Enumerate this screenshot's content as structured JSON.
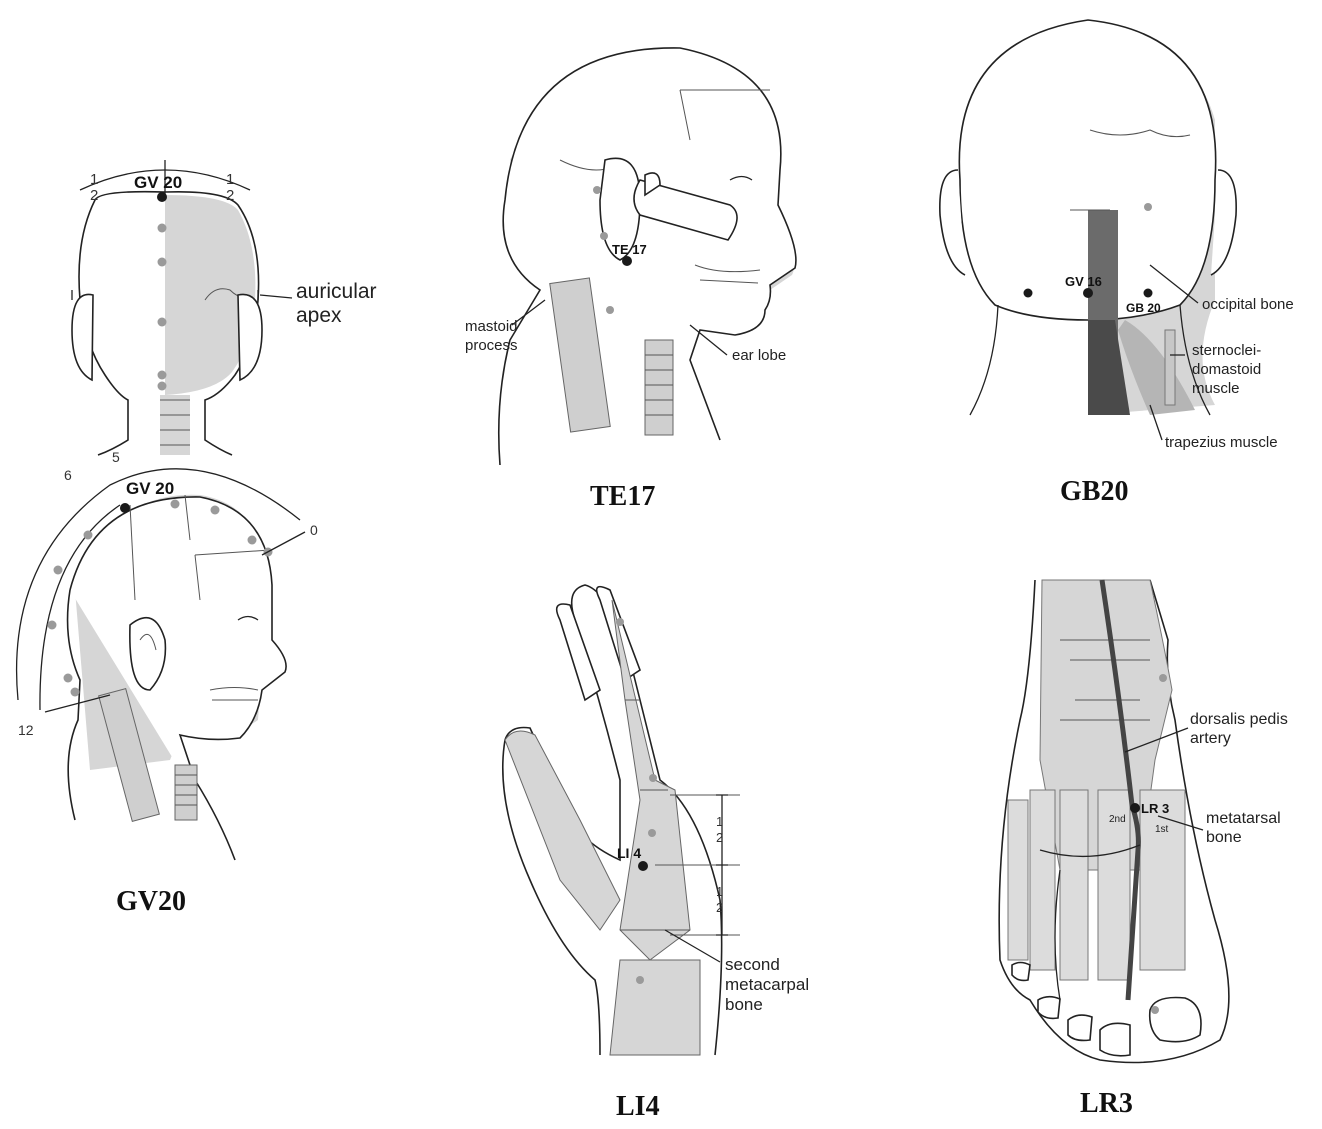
{
  "panels": {
    "gv20": {
      "caption": "GV20",
      "top_point": "GV 20",
      "side_point": "GV 20",
      "frac_num": "1",
      "frac_den": "2",
      "auricular": [
        "auricular",
        "apex"
      ],
      "scale": [
        "6",
        "5",
        "0",
        "12"
      ]
    },
    "te17": {
      "caption": "TE17",
      "point": "TE 17",
      "mastoid": [
        "mastoid",
        "process"
      ],
      "ear_lobe": "ear lobe"
    },
    "gb20": {
      "caption": "GB20",
      "gv16": "GV 16",
      "gb20": "GB 20",
      "occipital": "occipital bone",
      "sterno": [
        "sternoclei-",
        "domastoid",
        "muscle"
      ],
      "trapezius": "trapezius muscle"
    },
    "li4": {
      "caption": "LI4",
      "point": "LI 4",
      "frac_num": "1",
      "frac_den": "2",
      "metacarpal": [
        "second",
        "metacarpal",
        "bone"
      ]
    },
    "lr3": {
      "caption": "LR3",
      "point": "LR 3",
      "artery": [
        "dorsalis pedis",
        "artery"
      ],
      "metatarsal": [
        "metatarsal",
        "bone"
      ],
      "second": "2nd",
      "first": "1st"
    }
  }
}
